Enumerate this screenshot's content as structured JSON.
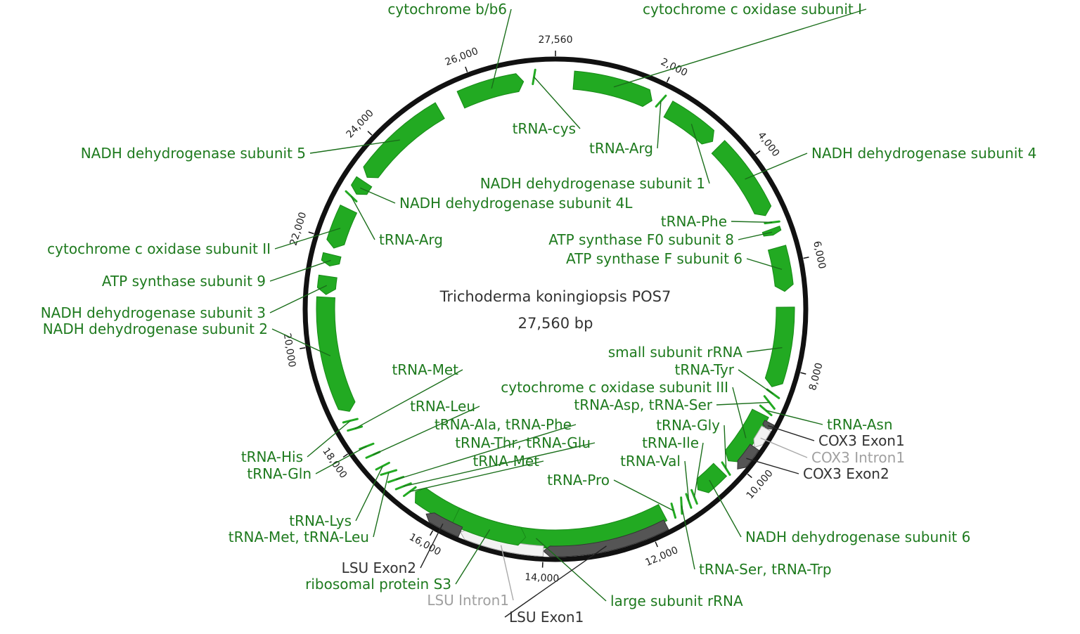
{
  "title": "Trichoderma koningiopsis POS7",
  "length_label": "27,560 bp",
  "genome_length": 27560,
  "colors": {
    "gene": "#22aa22",
    "gene_stroke": "#178a17",
    "gene_label": "#1e7a1e",
    "exon": "#555555",
    "exon_label": "#333333",
    "intron": "#f2f2f2",
    "intron_stroke": "#aaaaaa",
    "intron_label": "#a0a0a0",
    "backbone": "#111111"
  },
  "ticks": [
    {
      "pos": 0,
      "label": "27,560"
    },
    {
      "pos": 2000,
      "label": "2,000"
    },
    {
      "pos": 4000,
      "label": "4,000"
    },
    {
      "pos": 6000,
      "label": "6,000"
    },
    {
      "pos": 8000,
      "label": "8,000"
    },
    {
      "pos": 10000,
      "label": "10,000"
    },
    {
      "pos": 12000,
      "label": "12,000"
    },
    {
      "pos": 14000,
      "label": "14,000"
    },
    {
      "pos": 16000,
      "label": "16,000"
    },
    {
      "pos": 18000,
      "label": "18,000"
    },
    {
      "pos": 20000,
      "label": "20,000"
    },
    {
      "pos": 22000,
      "label": "22,000"
    },
    {
      "pos": 24000,
      "label": "24,000"
    },
    {
      "pos": 26000,
      "label": "26,000"
    }
  ],
  "features": [
    {
      "name": "cytochrome c oxidase subunit I",
      "type": "gene",
      "start": 350,
      "end": 1900,
      "strand": 1
    },
    {
      "name": "tRNA-Arg",
      "type": "trna",
      "start": 2020,
      "end": 2090,
      "strand": 1
    },
    {
      "name": "NADH dehydrogenase subunit 1",
      "type": "gene",
      "start": 2250,
      "end": 3300,
      "strand": 1
    },
    {
      "name": "NADH dehydrogenase subunit 4",
      "type": "gene",
      "start": 3450,
      "end": 5050,
      "strand": 1
    },
    {
      "name": "tRNA-Phe",
      "type": "trna",
      "start": 5180,
      "end": 5250,
      "strand": 1
    },
    {
      "name": "ATP synthase F0 subunit 8",
      "type": "gene",
      "start": 5330,
      "end": 5450,
      "strand": 1
    },
    {
      "name": "ATP synthase F subunit 6",
      "type": "gene",
      "start": 5700,
      "end": 6550,
      "strand": 1
    },
    {
      "name": "small subunit rRNA",
      "type": "gene",
      "start": 6850,
      "end": 8400,
      "strand": 1
    },
    {
      "name": "tRNA-Tyr",
      "type": "trna",
      "start": 8480,
      "end": 8550,
      "strand": 1
    },
    {
      "name": "tRNA-Asp, tRNA-Ser",
      "type": "trna",
      "start": 8620,
      "end": 8760,
      "strand": 1
    },
    {
      "name": "tRNA-Asn",
      "type": "trna",
      "start": 8820,
      "end": 8890,
      "strand": 1
    },
    {
      "name": "cytochrome c oxidase subunit III",
      "type": "gene",
      "start": 8950,
      "end": 10050,
      "strand": 1
    },
    {
      "name": "COX3 Exon1",
      "type": "exon",
      "start": 9030,
      "end": 9150,
      "strand": 1
    },
    {
      "name": "COX3 Intron1",
      "type": "intron",
      "start": 9150,
      "end": 9550,
      "strand": 1
    },
    {
      "name": "COX3 Exon2",
      "type": "exon",
      "start": 9550,
      "end": 10050,
      "strand": 1
    },
    {
      "name": "tRNA-Gly",
      "type": "trna",
      "start": 10150,
      "end": 10220,
      "strand": 1
    },
    {
      "name": "NADH dehydrogenase subunit 6",
      "type": "gene",
      "start": 10280,
      "end": 10850,
      "strand": 1
    },
    {
      "name": "tRNA-Ile",
      "type": "trna",
      "start": 10950,
      "end": 11020,
      "strand": 1
    },
    {
      "name": "tRNA-Val",
      "type": "trna",
      "start": 11080,
      "end": 11150,
      "strand": 1
    },
    {
      "name": "tRNA-Ser, tRNA-Trp",
      "type": "trna",
      "start": 11200,
      "end": 11350,
      "strand": 1
    },
    {
      "name": "tRNA-Pro",
      "type": "trna",
      "start": 11420,
      "end": 11490,
      "strand": 1
    },
    {
      "name": "large subunit rRNA",
      "type": "gene",
      "start": 11650,
      "end": 16650,
      "strand": 1
    },
    {
      "name": "LSU Exon1",
      "type": "exon",
      "start": 11700,
      "end": 14000,
      "strand": 1
    },
    {
      "name": "LSU Intron1",
      "type": "intron",
      "start": 14000,
      "end": 15550,
      "strand": 1
    },
    {
      "name": "ribosomal protein S3",
      "type": "gene",
      "start": 14350,
      "end": 15750,
      "strand": -1
    },
    {
      "name": "LSU Exon2",
      "type": "exon",
      "start": 15550,
      "end": 16250,
      "strand": 1
    },
    {
      "name": "tRNA-Met",
      "type": "trna",
      "start": 16700,
      "end": 16770,
      "strand": 1
    },
    {
      "name": "tRNA-Thr, tRNA-Glu",
      "type": "trna",
      "start": 16820,
      "end": 16960,
      "strand": 1
    },
    {
      "name": "tRNA-Ala, tRNA-Phe",
      "type": "trna",
      "start": 17010,
      "end": 17150,
      "strand": 1
    },
    {
      "name": "tRNA-Met, tRNA-Leu",
      "type": "trna",
      "start": 17200,
      "end": 17340,
      "strand": 1
    },
    {
      "name": "tRNA-Lys",
      "type": "trna",
      "start": 17400,
      "end": 17470,
      "strand": 1
    },
    {
      "name": "tRNA-Leu",
      "type": "trna",
      "start": 17680,
      "end": 17750,
      "strand": 1
    },
    {
      "name": "tRNA-Gln",
      "type": "trna",
      "start": 17880,
      "end": 17950,
      "strand": 1
    },
    {
      "name": "tRNA-Met",
      "type": "trna",
      "start": 18280,
      "end": 18350,
      "strand": 1
    },
    {
      "name": "tRNA-His",
      "type": "trna",
      "start": 18450,
      "end": 18520,
      "strand": 1
    },
    {
      "name": "NADH dehydrogenase subunit 2",
      "type": "gene",
      "start": 18650,
      "end": 20900,
      "strand": -1
    },
    {
      "name": "NADH dehydrogenase subunit 3",
      "type": "gene",
      "start": 20950,
      "end": 21300,
      "strand": -1
    },
    {
      "name": "ATP synthase subunit 9",
      "type": "gene",
      "start": 21500,
      "end": 21720,
      "strand": -1
    },
    {
      "name": "cytochrome c oxidase subunit II",
      "type": "gene",
      "start": 21850,
      "end": 22650,
      "strand": -1
    },
    {
      "name": "tRNA-Arg",
      "type": "trna",
      "start": 22850,
      "end": 22920,
      "strand": -1
    },
    {
      "name": "NADH dehydrogenase subunit 4L",
      "type": "gene",
      "start": 22970,
      "end": 23250,
      "strand": -1
    },
    {
      "name": "NADH dehydrogenase subunit 5",
      "type": "gene",
      "start": 23350,
      "end": 25250,
      "strand": -1
    },
    {
      "name": "cytochrome b/b6",
      "type": "gene",
      "start": 25700,
      "end": 26950,
      "strand": 1
    },
    {
      "name": "tRNA-cys",
      "type": "trna",
      "start": 27120,
      "end": 27190,
      "strand": 1
    }
  ],
  "labels": [
    {
      "feature": 0,
      "text": "cytochrome c oxidase subunit I",
      "kind": "gene"
    },
    {
      "feature": 1,
      "text": "tRNA-Arg",
      "kind": "gene"
    },
    {
      "feature": 2,
      "text": "NADH dehydrogenase subunit 1",
      "kind": "gene"
    },
    {
      "feature": 3,
      "text": "NADH dehydrogenase subunit 4",
      "kind": "gene"
    },
    {
      "feature": 4,
      "text": "tRNA-Phe",
      "kind": "gene"
    },
    {
      "feature": 5,
      "text": "ATP synthase F0 subunit 8",
      "kind": "gene"
    },
    {
      "feature": 6,
      "text": "ATP synthase F subunit 6",
      "kind": "gene"
    },
    {
      "feature": 7,
      "text": "small subunit rRNA",
      "kind": "gene"
    },
    {
      "feature": 8,
      "text": "tRNA-Tyr",
      "kind": "gene"
    },
    {
      "feature": 11,
      "text": "cytochrome c oxidase subunit III",
      "kind": "gene"
    },
    {
      "feature": 9,
      "text": "tRNA-Asp, tRNA-Ser",
      "kind": "gene"
    },
    {
      "feature": 10,
      "text": "tRNA-Asn",
      "kind": "gene"
    },
    {
      "feature": 12,
      "text": "COX3 Exon1",
      "kind": "exon"
    },
    {
      "feature": 13,
      "text": "COX3 Intron1",
      "kind": "intron"
    },
    {
      "feature": 14,
      "text": "COX3 Exon2",
      "kind": "exon"
    },
    {
      "feature": 15,
      "text": "tRNA-Gly",
      "kind": "gene"
    },
    {
      "feature": 17,
      "text": "tRNA-Ile",
      "kind": "gene"
    },
    {
      "feature": 18,
      "text": "tRNA-Val",
      "kind": "gene"
    },
    {
      "feature": 20,
      "text": "tRNA-Pro",
      "kind": "gene"
    },
    {
      "feature": 16,
      "text": "NADH dehydrogenase subunit 6",
      "kind": "gene"
    },
    {
      "feature": 19,
      "text": "tRNA-Ser, tRNA-Trp",
      "kind": "gene"
    },
    {
      "feature": 21,
      "text": "large subunit rRNA",
      "kind": "gene"
    },
    {
      "feature": 22,
      "text": "LSU Exon1",
      "kind": "exon"
    },
    {
      "feature": 23,
      "text": "LSU Intron1",
      "kind": "intron"
    },
    {
      "feature": 24,
      "text": "ribosomal protein S3",
      "kind": "gene"
    },
    {
      "feature": 25,
      "text": "LSU Exon2",
      "kind": "exon"
    },
    {
      "feature": 29,
      "text": "tRNA-Met, tRNA-Leu",
      "kind": "gene"
    },
    {
      "feature": 30,
      "text": "tRNA-Lys",
      "kind": "gene"
    },
    {
      "feature": 26,
      "text": "tRNA-Met",
      "kind": "gene"
    },
    {
      "feature": 27,
      "text": "tRNA-Thr, tRNA-Glu",
      "kind": "gene"
    },
    {
      "feature": 28,
      "text": "tRNA-Ala, tRNA-Phe",
      "kind": "gene"
    },
    {
      "feature": 31,
      "text": "tRNA-Leu",
      "kind": "gene"
    },
    {
      "feature": 33,
      "text": "tRNA-Met",
      "kind": "gene"
    },
    {
      "feature": 32,
      "text": "tRNA-Gln",
      "kind": "gene"
    },
    {
      "feature": 34,
      "text": "tRNA-His",
      "kind": "gene"
    },
    {
      "feature": 35,
      "text": "NADH dehydrogenase subunit 2",
      "kind": "gene"
    },
    {
      "feature": 36,
      "text": "NADH dehydrogenase subunit 3",
      "kind": "gene"
    },
    {
      "feature": 37,
      "text": "ATP synthase subunit 9",
      "kind": "gene"
    },
    {
      "feature": 38,
      "text": "cytochrome c oxidase subunit II",
      "kind": "gene"
    },
    {
      "feature": 39,
      "text": "tRNA-Arg",
      "kind": "gene"
    },
    {
      "feature": 40,
      "text": "NADH dehydrogenase subunit 4L",
      "kind": "gene"
    },
    {
      "feature": 41,
      "text": "NADH dehydrogenase subunit 5",
      "kind": "gene"
    },
    {
      "feature": 42,
      "text": "cytochrome b/b6",
      "kind": "gene"
    },
    {
      "feature": 43,
      "text": "tRNA-cys",
      "kind": "gene"
    }
  ]
}
